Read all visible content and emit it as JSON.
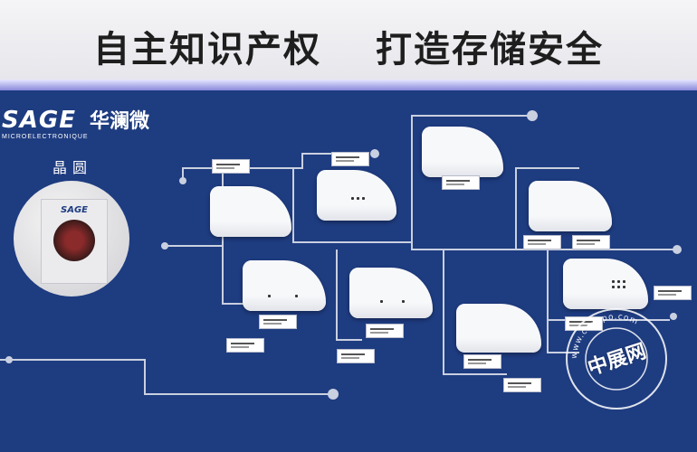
{
  "banner": {
    "slogan_left": "自主知识产权",
    "slogan_right": "打造存储安全"
  },
  "brand": {
    "name_en": "SAGE",
    "name_cn": "华澜微",
    "tagline": "MICROELECTRONIQUE",
    "plate_brand": "SAGE"
  },
  "exhibit": {
    "wafer_label": "晶圆"
  },
  "watermark": {
    "text": "中展网",
    "url": "www.cnexpo.com"
  },
  "colors": {
    "board": "#1e3c80",
    "line": "#c9d0e0",
    "glow": "#7a7ad6"
  }
}
